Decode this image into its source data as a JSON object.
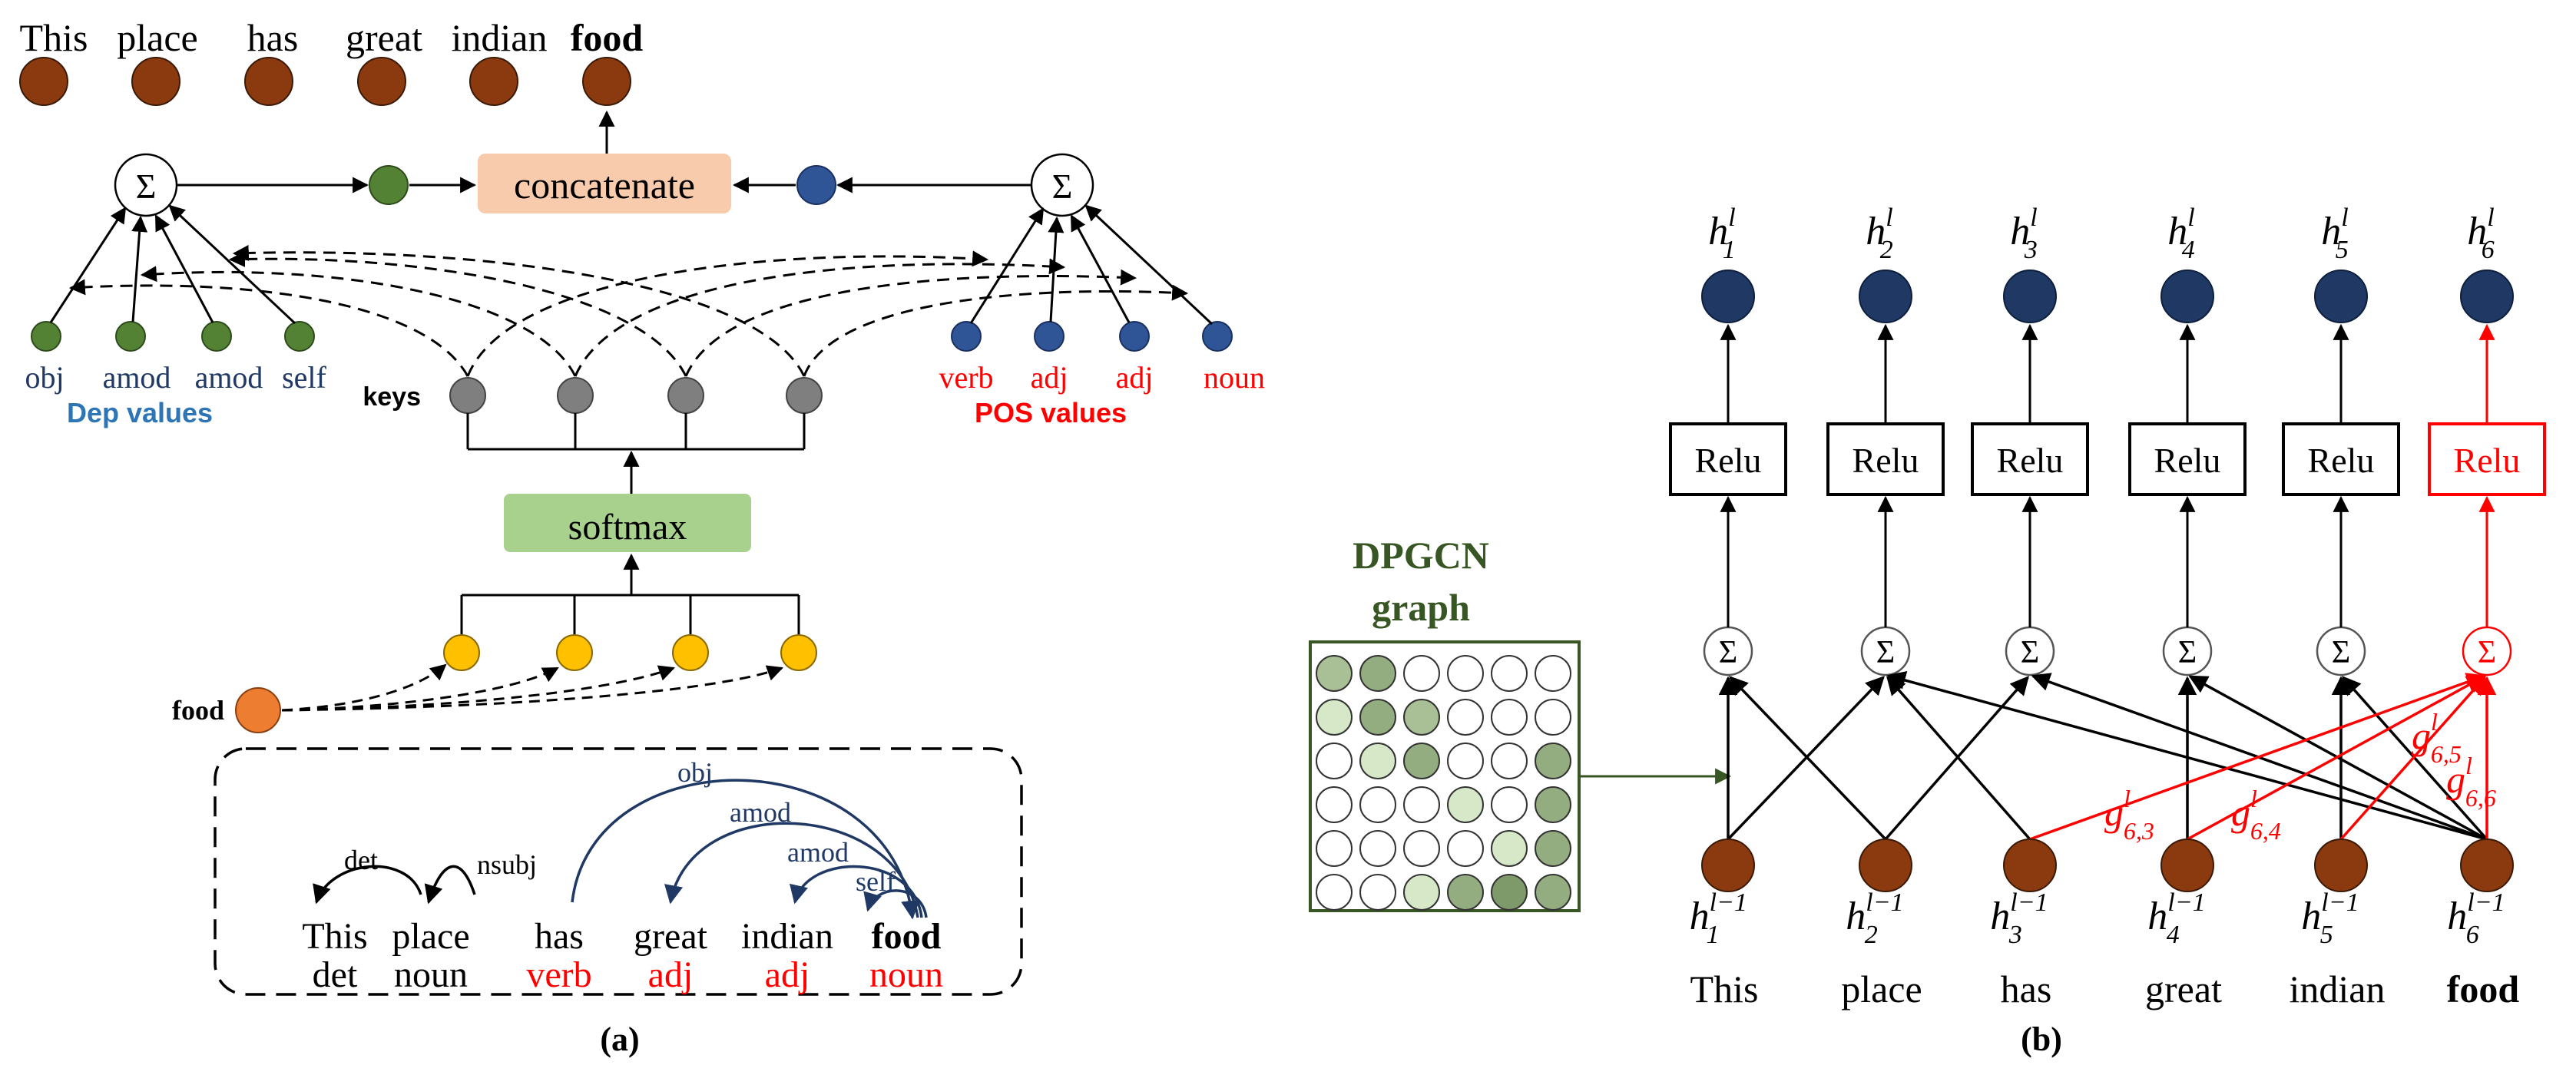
{
  "panel_a": {
    "caption": "(a)",
    "top_words": [
      "This",
      "place",
      "has",
      "great",
      "indian",
      "food"
    ],
    "concatenate_label": "concatenate",
    "sum_symbol": "Σ",
    "dep_values": [
      "obj",
      "amod",
      "amod",
      "self"
    ],
    "dep_values_label": "Dep values",
    "pos_values": [
      "verb",
      "adj",
      "adj",
      "noun"
    ],
    "pos_values_label": "POS values",
    "keys_label": "keys",
    "softmax_label": "softmax",
    "query_word": "food",
    "box_words": [
      "This",
      "place",
      "has",
      "great",
      "indian",
      "food"
    ],
    "box_pos": [
      "det",
      "noun",
      "verb",
      "adj",
      "adj",
      "noun"
    ],
    "dep_arcs": [
      "det",
      "nsubj",
      "obj",
      "amod",
      "amod",
      "self"
    ]
  },
  "panel_b": {
    "caption": "(b)",
    "graph_title_line1": "DPGCN",
    "graph_title_line2": "graph",
    "top_var": "h",
    "top_sup": "l",
    "top_subs": [
      "1",
      "2",
      "3",
      "4",
      "5",
      "6"
    ],
    "bottom_var": "h",
    "bottom_sup": "l−1",
    "bottom_subs": [
      "1",
      "2",
      "3",
      "4",
      "5",
      "6"
    ],
    "relu_label": "Relu",
    "sum_symbol": "Σ",
    "words": [
      "This",
      "place",
      "has",
      "great",
      "indian",
      "food"
    ],
    "gate_var": "g",
    "gate_sup": "l",
    "gate_subs": [
      "6,3",
      "6,4",
      "6,5",
      "6,6"
    ]
  },
  "colors": {
    "brown_node": "#8B3A0F",
    "navy_node": "#1F3864",
    "green_node": "#548235",
    "blue_node": "#2F5597",
    "gray_node": "#7F7F7F",
    "yellow_node": "#FFC000",
    "orange_node": "#ED7D31",
    "concat_box": "#F8CBAD",
    "softmax_box": "#A9D18E",
    "dep_label_color": "#1F3864",
    "dep_values_color": "#2E75B6",
    "red": "#FF0000",
    "graph_green": "#375623"
  }
}
